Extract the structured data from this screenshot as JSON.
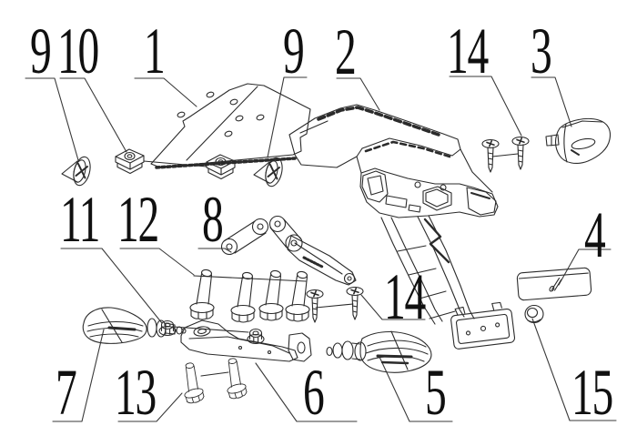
{
  "figure": {
    "title_hidden": "",
    "background_color": "#ffffff",
    "line_color": "#2b2b2b",
    "label_color": "#101010",
    "callouts": [
      {
        "label": "9"
      },
      {
        "label": "10"
      },
      {
        "label": "1"
      },
      {
        "label": "9"
      },
      {
        "label": "2"
      },
      {
        "label": "14"
      },
      {
        "label": "3"
      },
      {
        "label": "11"
      },
      {
        "label": "12"
      },
      {
        "label": "8"
      },
      {
        "label": "4"
      },
      {
        "label": "14"
      },
      {
        "label": "7"
      },
      {
        "label": "13"
      },
      {
        "label": "6"
      },
      {
        "label": "5"
      },
      {
        "label": "15"
      }
    ]
  }
}
